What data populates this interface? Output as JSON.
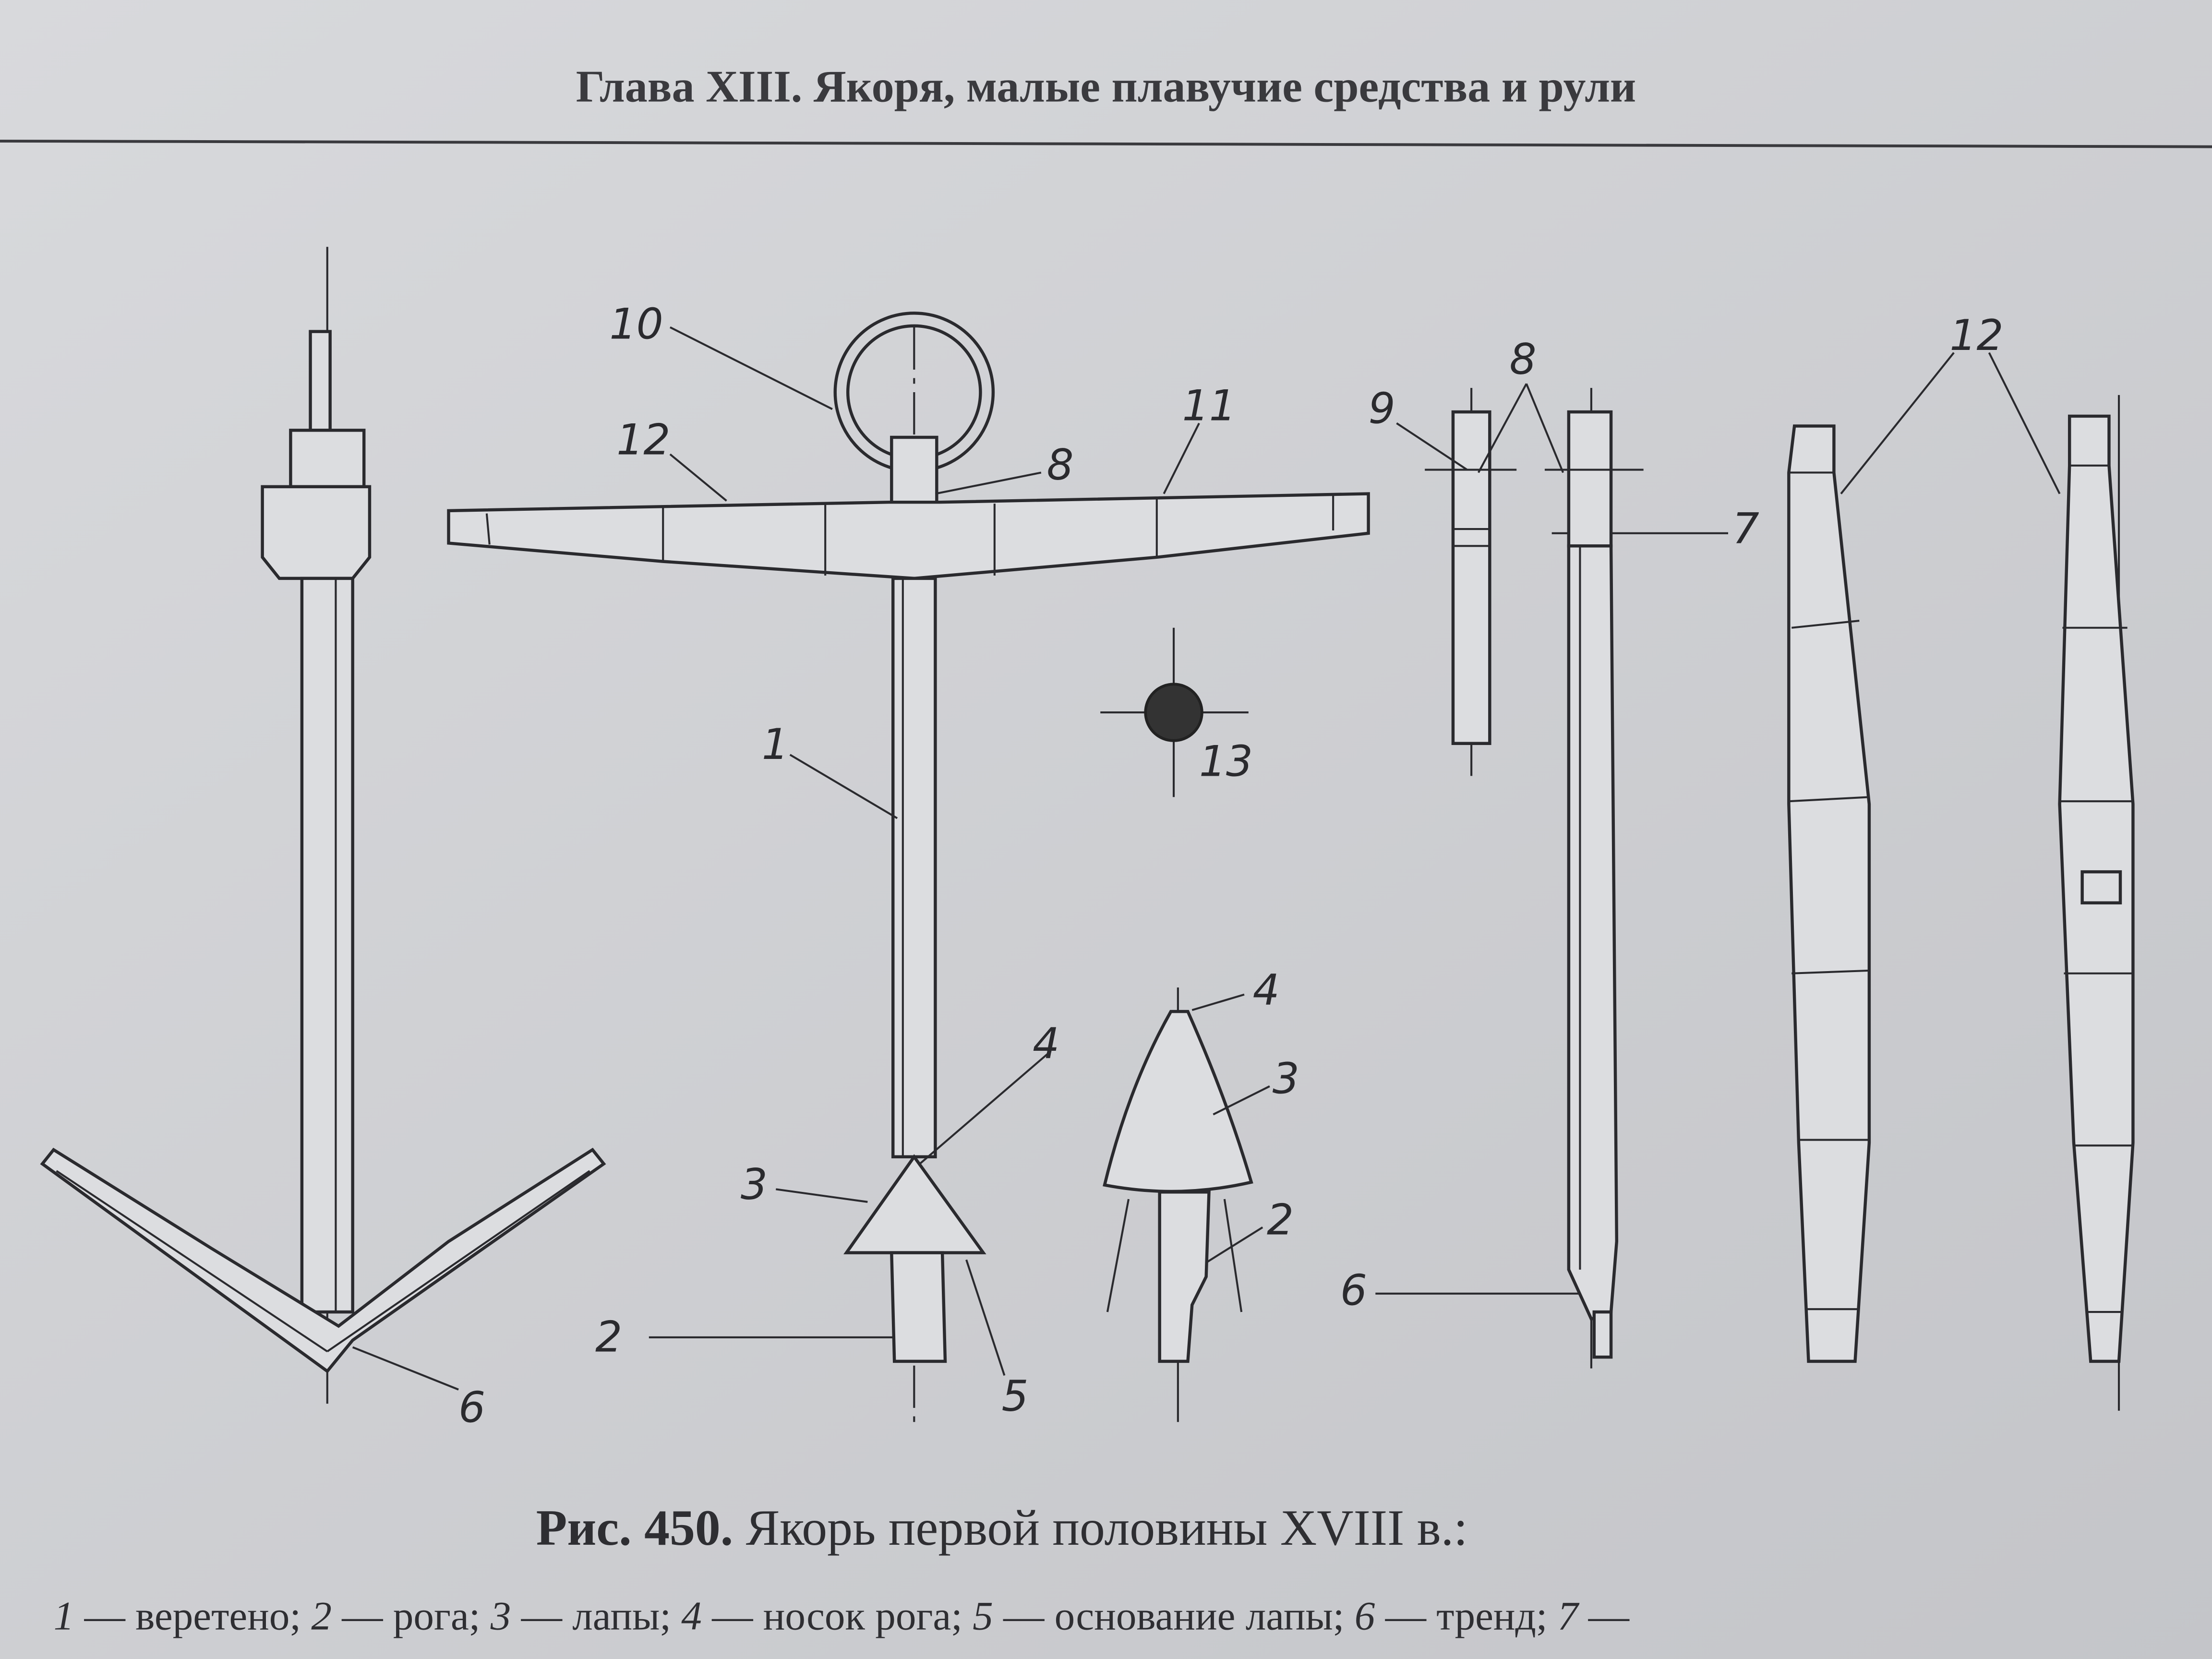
{
  "header": {
    "title": "Глава XIII. Якоря, малые плавучие средства и рули"
  },
  "figure": {
    "labels": {
      "l1": "1",
      "l2": "2",
      "l3": "3",
      "l4": "4",
      "l5": "5",
      "l6": "6",
      "l7": "7",
      "l8": "8",
      "l9": "9",
      "l10": "10",
      "l11": "11",
      "l12": "12",
      "l13": "13"
    },
    "caption_bold": "Рис. 450.",
    "caption_text": " Якорь первой половины XVIII в.:",
    "legend": [
      {
        "n": "1",
        "t": " — веретено; "
      },
      {
        "n": "2",
        "t": " — рога; "
      },
      {
        "n": "3",
        "t": " — лапы; "
      },
      {
        "n": "4",
        "t": " — носок рога; "
      },
      {
        "n": "5",
        "t": " — основание лапы; "
      },
      {
        "n": "6",
        "t": " — тренд; "
      },
      {
        "n": "7",
        "t": " —"
      }
    ]
  }
}
